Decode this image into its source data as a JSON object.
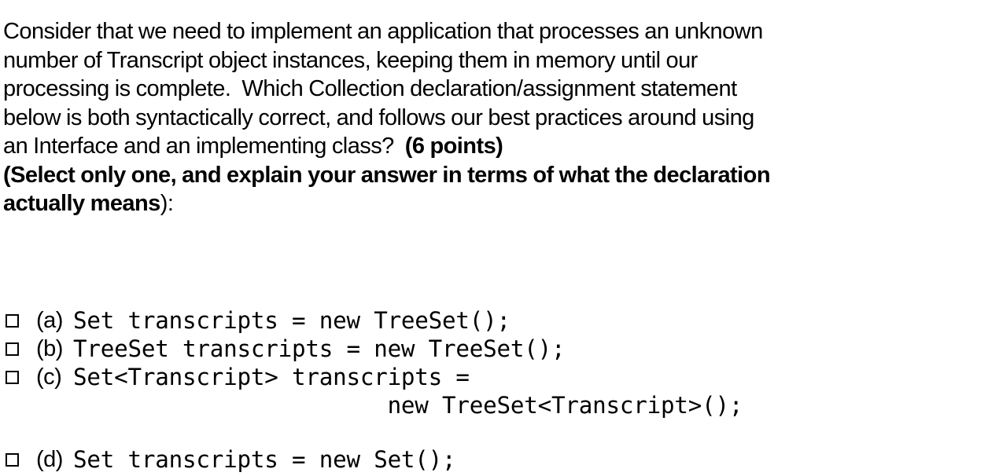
{
  "page": {
    "background_color": "#ffffff",
    "text_color": "#000000"
  },
  "question": {
    "body_line_1": "Consider that we need to implement an application that processes an unknown",
    "body_line_2": "number of Transcript object instances, keeping them in memory until our",
    "body_line_3": "processing is complete.  Which Collection declaration/assignment statement",
    "body_line_4": "below is both syntactically correct, and follows our best practices around using",
    "body_line_5_regular": "an Interface and an implementing class?  ",
    "points_label": "(6 points)",
    "instruction_bold_line_1": "(Select only one, and explain your answer in terms of what the declaration",
    "instruction_bold_line_2": "actually means",
    "instruction_tail": "):"
  },
  "options": [
    {
      "id": "a",
      "letter": "(a)",
      "code": "Set transcripts = new TreeSet();",
      "code_wrapped": "",
      "checked": false,
      "checkbox_glyph": "empty-square"
    },
    {
      "id": "b",
      "letter": "(b)",
      "code": "TreeSet transcripts = new TreeSet();",
      "code_wrapped": "",
      "checked": false,
      "checkbox_glyph": "empty-square"
    },
    {
      "id": "c",
      "letter": "(c)",
      "code": "Set<Transcript> transcripts =",
      "code_wrapped": "                       new TreeSet<Transcript>();",
      "checked": false,
      "checkbox_glyph": "empty-square"
    },
    {
      "id": "d",
      "letter": "(d)",
      "code": "Set transcripts = new Set();",
      "code_wrapped": "",
      "checked": false,
      "checkbox_glyph": "empty-square"
    }
  ]
}
